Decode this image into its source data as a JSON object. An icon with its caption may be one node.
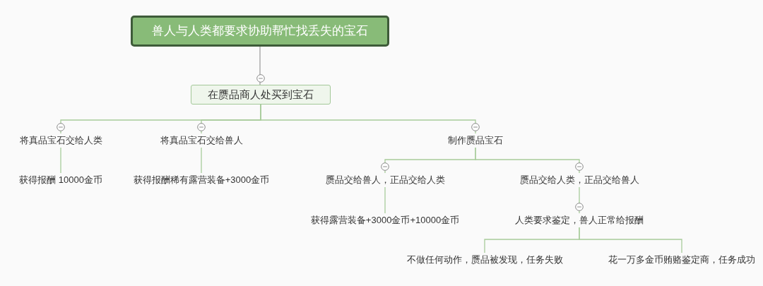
{
  "diagram": {
    "nodes": [
      {
        "text": [
          "兽人与人类都要求协助帮忙找丢失的宝石"
        ]
      },
      {
        "text": [
          "在赝品商人处买到宝石"
        ]
      },
      {
        "text": [
          "将真品宝石交给人类"
        ]
      },
      {
        "text": [
          "将真品宝石交给兽人"
        ]
      },
      {
        "text": [
          "制作赝品宝石"
        ]
      },
      {
        "text": [
          "获得报酬 10000金币"
        ]
      },
      {
        "text": [
          "获得报酬稀有露营装备+3000金币"
        ]
      },
      {
        "text": [
          "赝品交给兽人，正品交给人类"
        ]
      },
      {
        "text": [
          "赝品交给人类，正品交给兽人"
        ]
      },
      {
        "text": [
          "获得露营装备+3000金币+10000金币"
        ]
      },
      {
        "text": [
          "人类要求鉴定，兽人正常给报酬"
        ]
      },
      {
        "text": [
          "不做任何动作，赝品被发现，任务失败"
        ]
      },
      {
        "text": [
          "花一万多金币贿赂鉴定商，任务成功"
        ]
      }
    ],
    "edges": [
      {
        "from": 0,
        "to": 1,
        "arrow": "none",
        "color": "#a0a0a0"
      },
      {
        "from": 1,
        "to": 2,
        "arrow": "none"
      },
      {
        "from": 1,
        "to": 3,
        "arrow": "none"
      },
      {
        "from": 1,
        "to": 4,
        "arrow": "none"
      },
      {
        "from": 2,
        "to": 5,
        "arrow": "none"
      },
      {
        "from": 3,
        "to": 6,
        "arrow": "none"
      },
      {
        "from": 4,
        "to": 7,
        "arrow": "none"
      },
      {
        "from": 4,
        "to": 8,
        "arrow": "none"
      },
      {
        "from": 7,
        "to": 9,
        "arrow": "none"
      },
      {
        "from": 8,
        "to": 10,
        "arrow": "none"
      },
      {
        "from": 10,
        "to": 11,
        "arrow": "none"
      },
      {
        "from": 10,
        "to": 12,
        "arrow": "none"
      }
    ]
  }
}
